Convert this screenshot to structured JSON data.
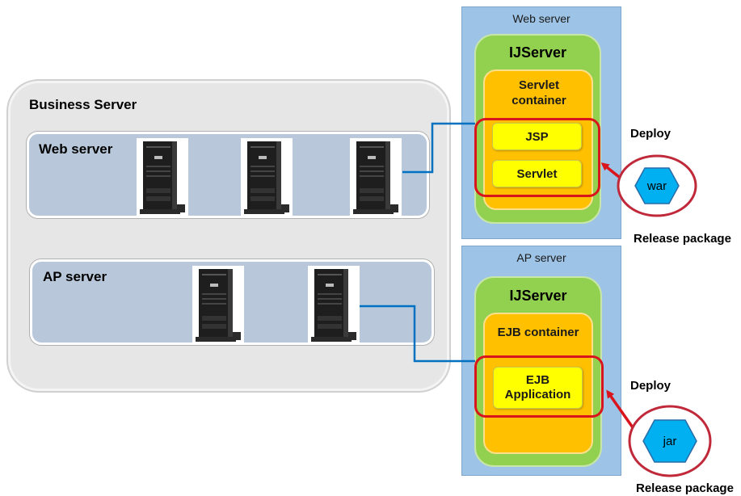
{
  "business_server": {
    "title": "Business Server",
    "web_row_label": "Web server",
    "ap_row_label": "AP server"
  },
  "web_panel": {
    "label": "Web server",
    "ijserver": "IJServer",
    "container": "Servlet container",
    "items": [
      "JSP",
      "Servlet"
    ]
  },
  "ap_panel": {
    "label": "AP server",
    "ijserver": "IJServer",
    "container": "EJB container",
    "item": "EJB Application"
  },
  "deploy_web": {
    "deploy_label": "Deploy",
    "package": "war",
    "release_label": "Release package"
  },
  "deploy_ap": {
    "deploy_label": "Deploy",
    "package": "jar",
    "release_label": "Release package"
  },
  "colors": {
    "panel": "#9dc3e6",
    "ijserver": "#92d050",
    "container": "#ffc000",
    "item": "#ffff00",
    "highlight": "#d9141c",
    "package": "#00b0f0",
    "connector": "#0070c0"
  },
  "icons": {
    "server_tower": "server-tower-icon",
    "package": "hexagon-package-icon"
  }
}
